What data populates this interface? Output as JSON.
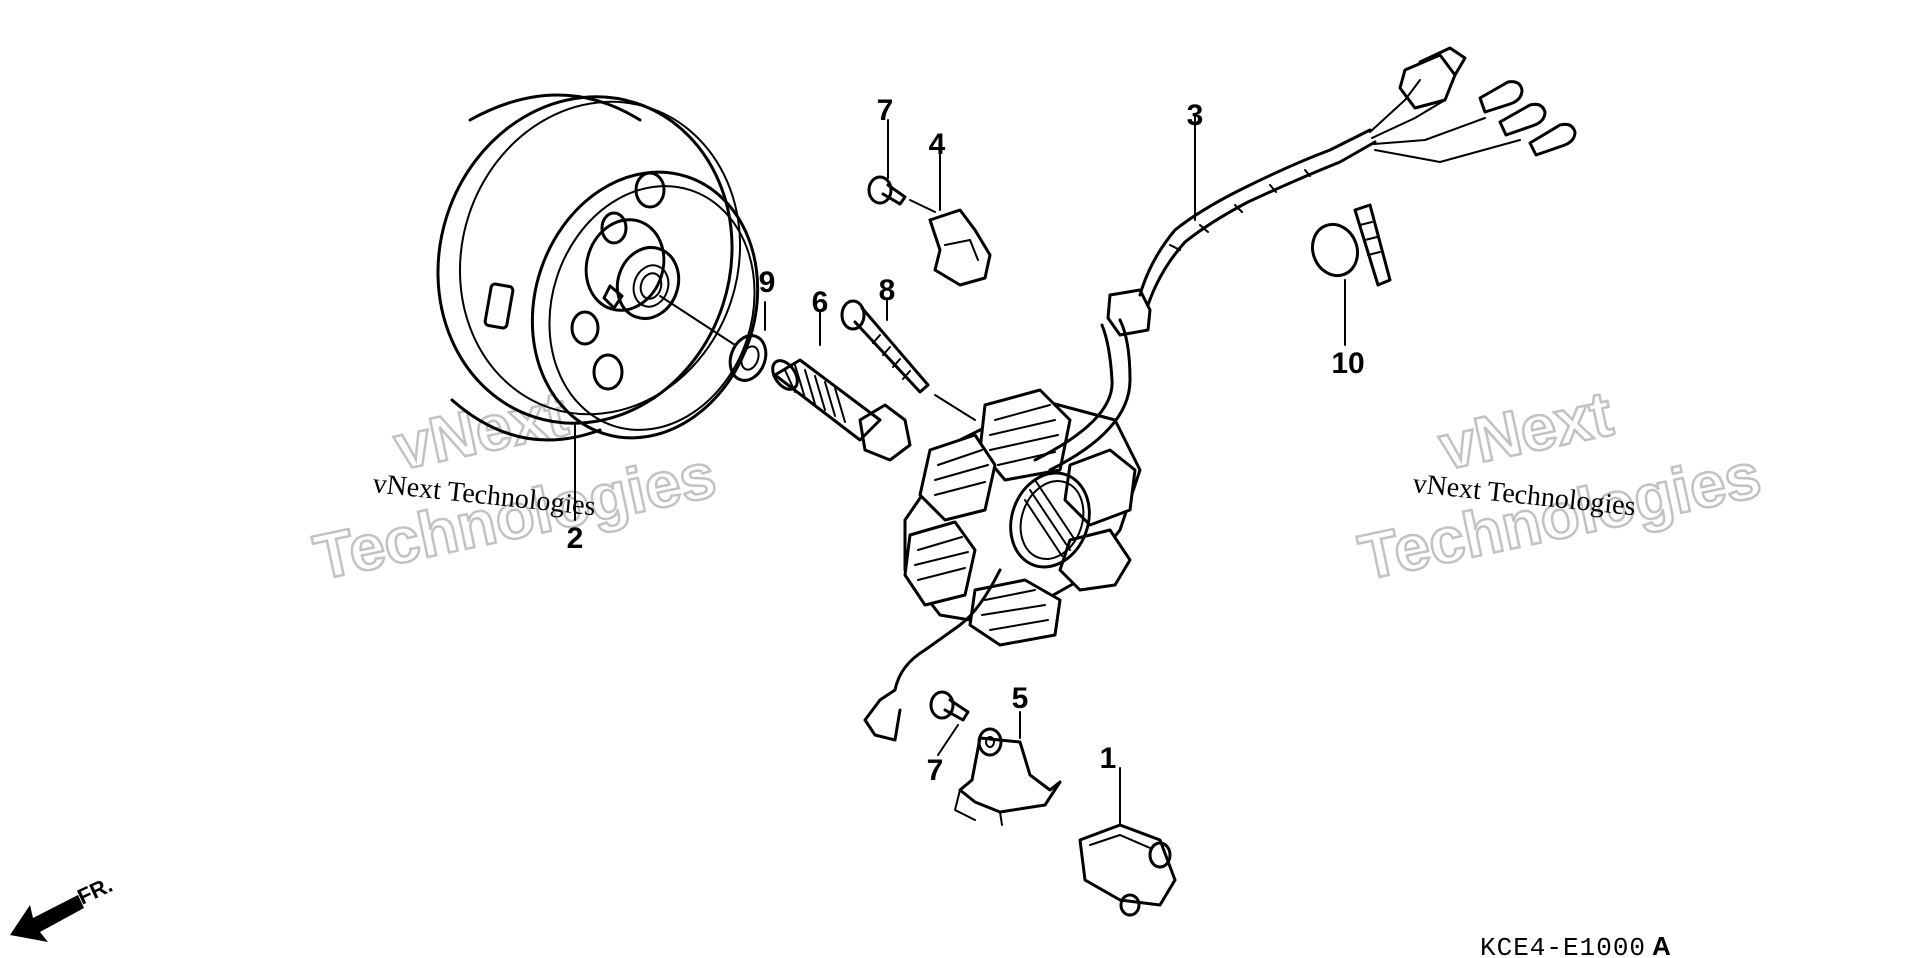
{
  "diagram": {
    "callouts": [
      "1",
      "2",
      "3",
      "4",
      "5",
      "6",
      "7",
      "7",
      "8",
      "9",
      "10"
    ],
    "watermark": {
      "line1": "vNext",
      "line2": "Technologies",
      "inline": "vNext Technologies"
    },
    "direction_label": "FR.",
    "diagram_code": "KCE4-E1000",
    "diagram_code_suffix": "A"
  }
}
